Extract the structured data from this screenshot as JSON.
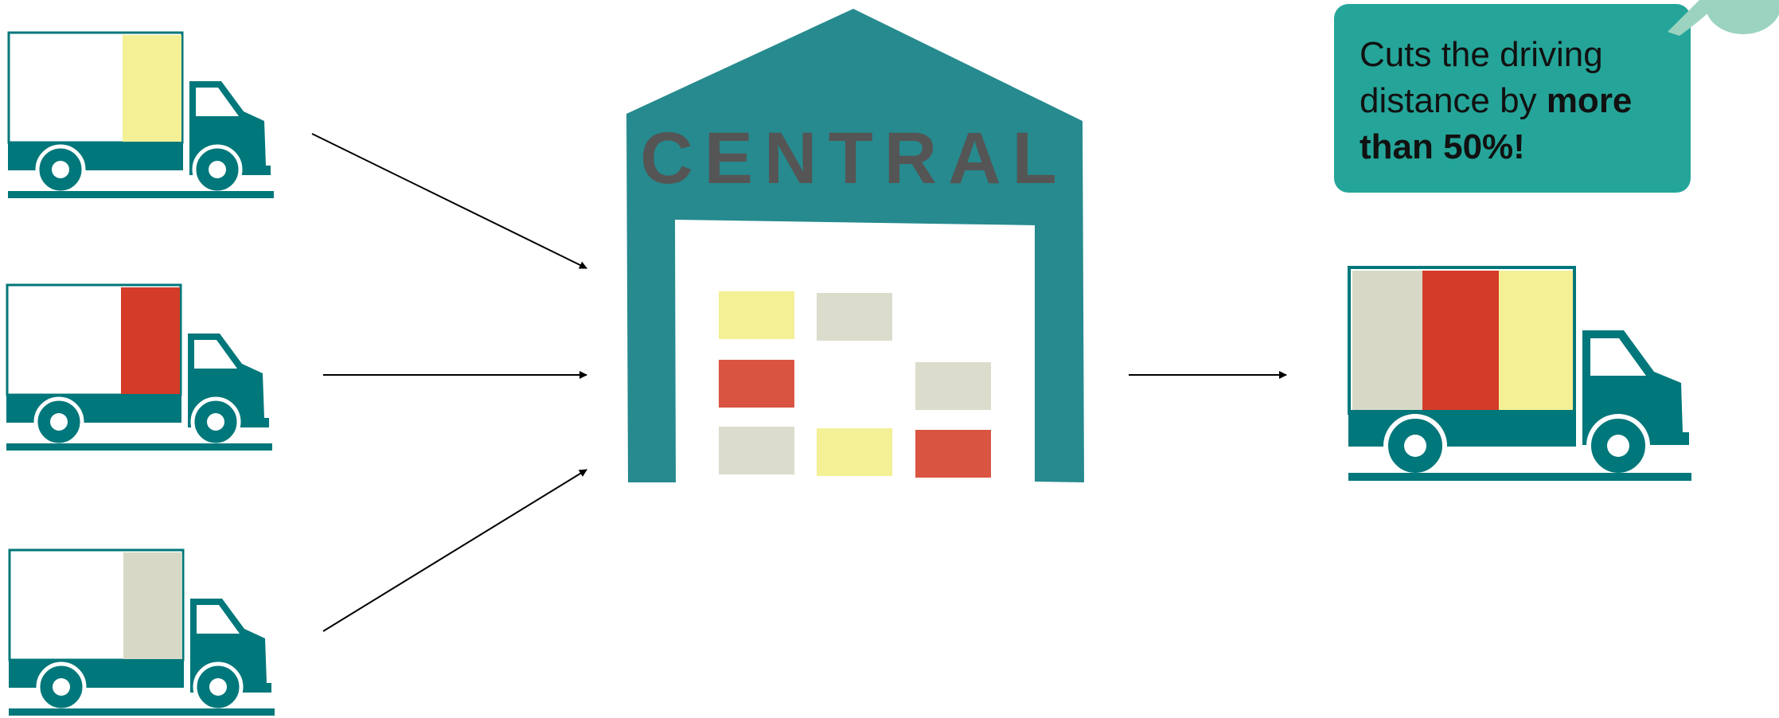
{
  "warehouse": {
    "sign": "CENTRAL",
    "sign_color": "#555555",
    "building_color": "#268a8e",
    "boxes": [
      {
        "color": "#f3f096"
      },
      {
        "color": "#dcdccd"
      },
      {
        "color": "#d95542"
      },
      {
        "color": "#dcdccd"
      },
      {
        "color": "#dcdccd"
      },
      {
        "color": "#f3f096"
      },
      {
        "color": "#d95542"
      }
    ]
  },
  "trucks_in": [
    {
      "cargo_color": "#f3f096"
    },
    {
      "cargo_color": "#d43b29"
    },
    {
      "cargo_color": "#d7d9c6"
    }
  ],
  "truck_out": {
    "cargo_colors": [
      "#d7d9c6",
      "#d43b29",
      "#f3f096"
    ]
  },
  "callout": {
    "text_regular": "Cuts the driving distance by ",
    "text_bold": "more than 50%!",
    "background": "#25a599",
    "decoration_color": "#9bd3c0"
  },
  "colors": {
    "truck": "#00777a",
    "arrow": "#000000"
  }
}
